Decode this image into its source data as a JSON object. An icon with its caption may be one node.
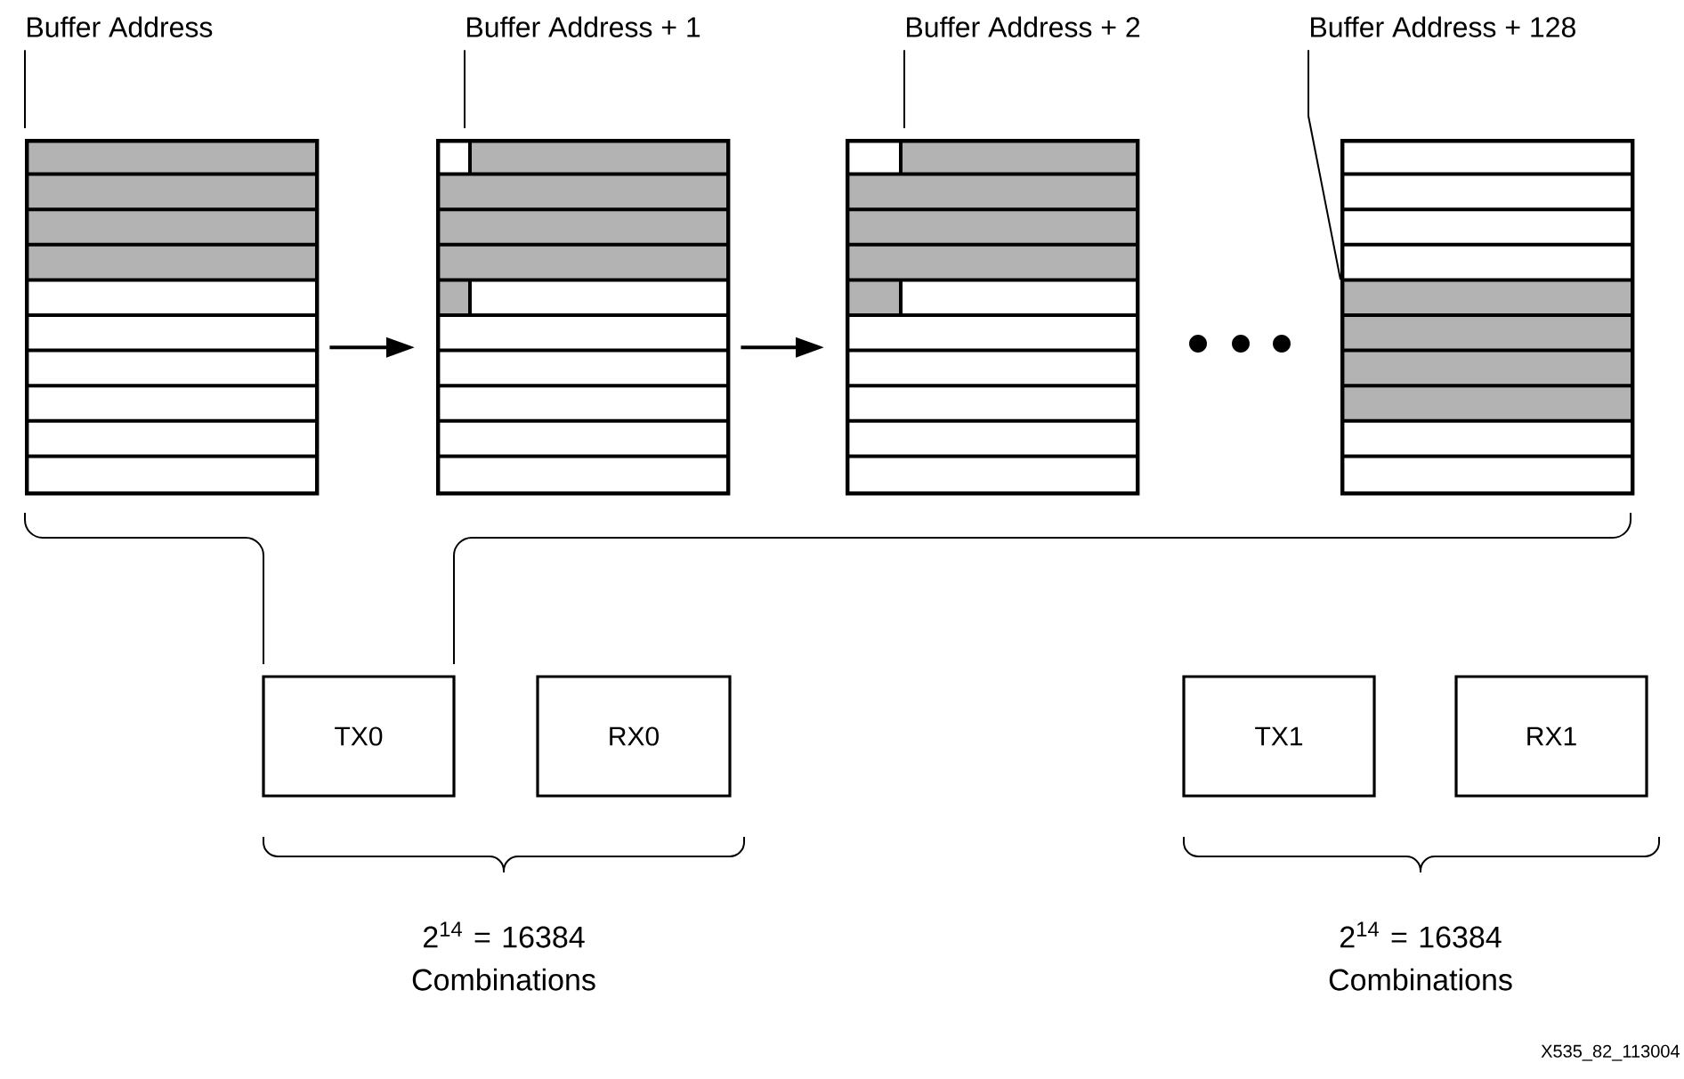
{
  "diagram": {
    "nodes": [
      {
        "text": [
          "Buffer Address"
        ]
      },
      {
        "text": [
          "Buffer Address + 1"
        ]
      },
      {
        "text": [
          "Buffer Address + 2"
        ]
      },
      {
        "text": [
          "Buffer Address + 128"
        ]
      },
      {
        "text": [],
        "shape": "box"
      },
      {
        "text": [],
        "shape": "box"
      },
      {
        "text": [],
        "shape": "box"
      },
      {
        "text": [],
        "shape": "box"
      },
      {
        "text": [
          "TX0"
        ]
      },
      {
        "text": [
          "RX0"
        ]
      },
      {
        "text": [
          "TX1"
        ]
      },
      {
        "text": [
          "RX1"
        ]
      }
    ],
    "edges": [
      {
        "from": 0,
        "to": 4,
        "arrow": "none"
      },
      {
        "from": 1,
        "to": 5,
        "arrow": "none"
      },
      {
        "from": 2,
        "to": 6,
        "arrow": "none"
      },
      {
        "from": 3,
        "to": 7,
        "arrow": "none"
      },
      {
        "from": 4,
        "to": 5,
        "arrow": "to"
      },
      {
        "from": 5,
        "to": 6,
        "arrow": "to"
      }
    ],
    "labels": [
      "2$^{14}$ = 16384 Combinations",
      "2$^{14}$ = 16384 Combinations",
      "X535_82_113004"
    ]
  }
}
